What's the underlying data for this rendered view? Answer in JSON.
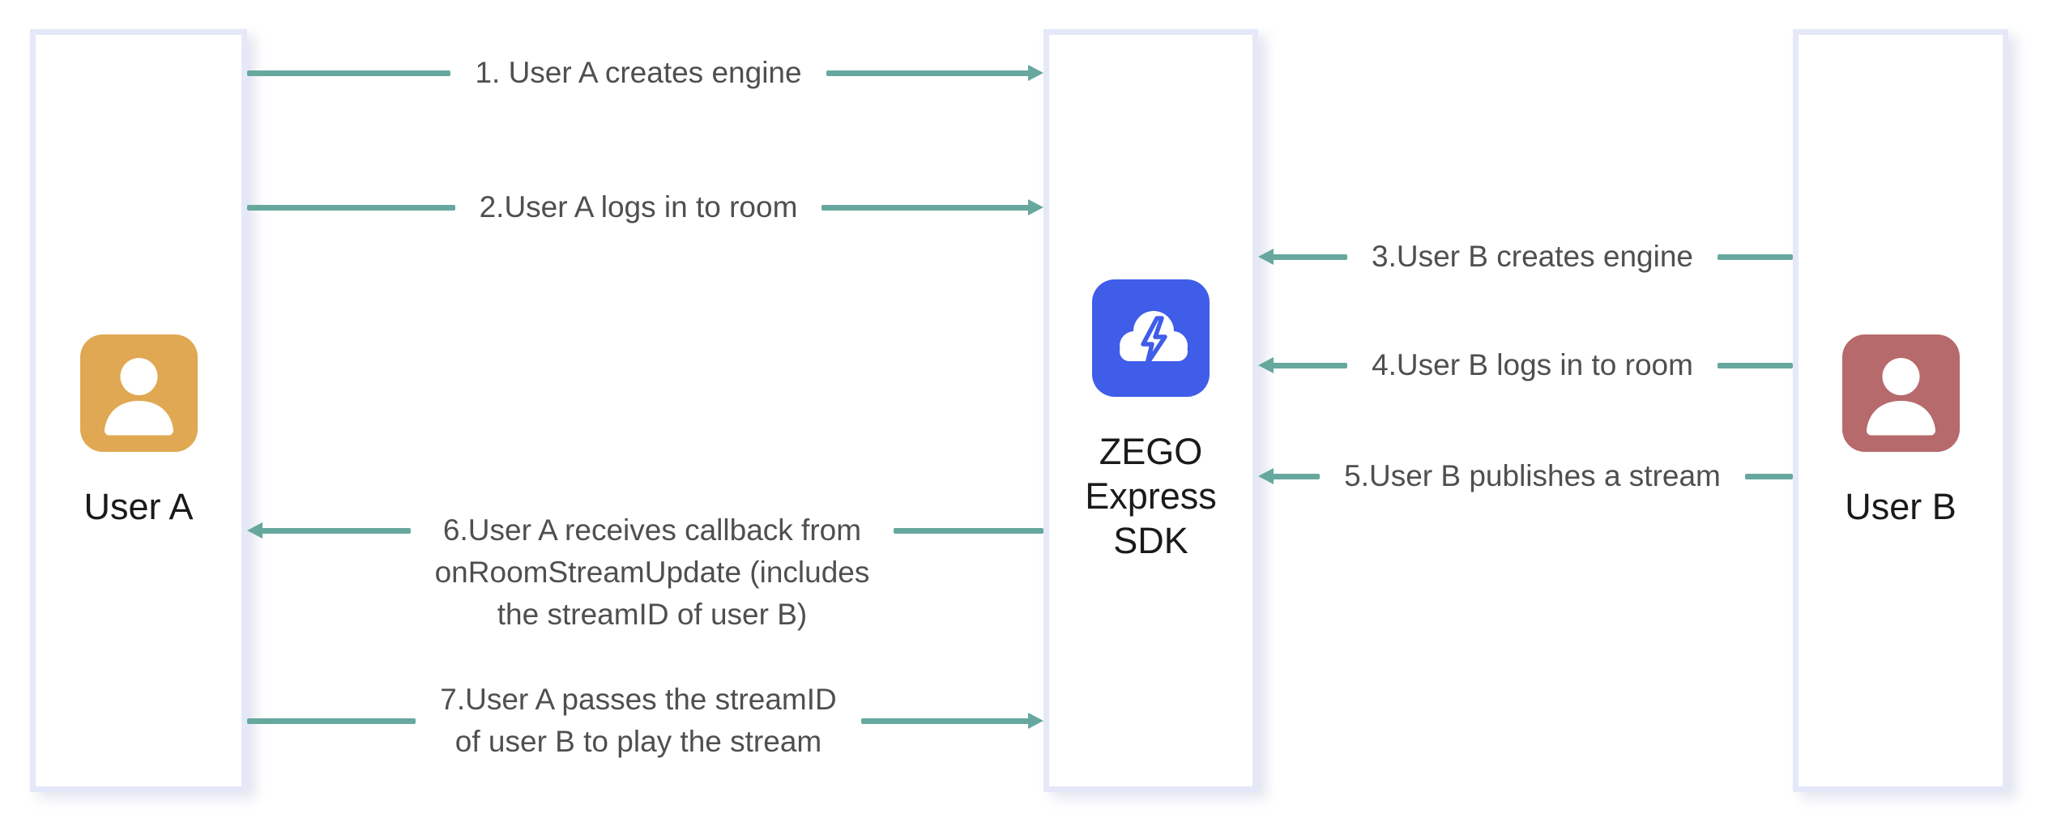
{
  "colors": {
    "background": "#ffffff",
    "arrow": "#67a89e",
    "box_border": "#e4e8f8",
    "message_text": "#4f4f4f",
    "actor_title_text": "#1a1a1a",
    "user_a_icon": "#e0a852",
    "user_b_icon": "#b76a6b",
    "sdk_icon": "#3f5de8"
  },
  "actors": [
    {
      "id": "user-a",
      "label": "User A"
    },
    {
      "id": "zego-express-sdk",
      "label": "ZEGO\nExpress\nSDK"
    },
    {
      "id": "user-b",
      "label": "User B"
    }
  ],
  "messages": [
    {
      "step": "1",
      "from": "User A",
      "to": "ZEGO Express SDK",
      "direction": "right",
      "label": "1. User A creates engine"
    },
    {
      "step": "2",
      "from": "User A",
      "to": "ZEGO Express SDK",
      "direction": "right",
      "label": "2.User A logs in to room"
    },
    {
      "step": "3",
      "from": "User B",
      "to": "ZEGO Express SDK",
      "direction": "left",
      "label": "3.User B creates engine"
    },
    {
      "step": "4",
      "from": "User B",
      "to": "ZEGO Express SDK",
      "direction": "left",
      "label": "4.User B logs in to room"
    },
    {
      "step": "5",
      "from": "User B",
      "to": "ZEGO Express SDK",
      "direction": "left",
      "label": "5.User B publishes a stream"
    },
    {
      "step": "6",
      "from": "ZEGO Express SDK",
      "to": "User A",
      "direction": "left",
      "label": "6.User A receives callback from\nonRoomStreamUpdate (includes\nthe streamID of user B)"
    },
    {
      "step": "7",
      "from": "User A",
      "to": "ZEGO Express SDK",
      "direction": "right",
      "label": "7.User A passes the streamID\nof user B to play the stream"
    }
  ]
}
